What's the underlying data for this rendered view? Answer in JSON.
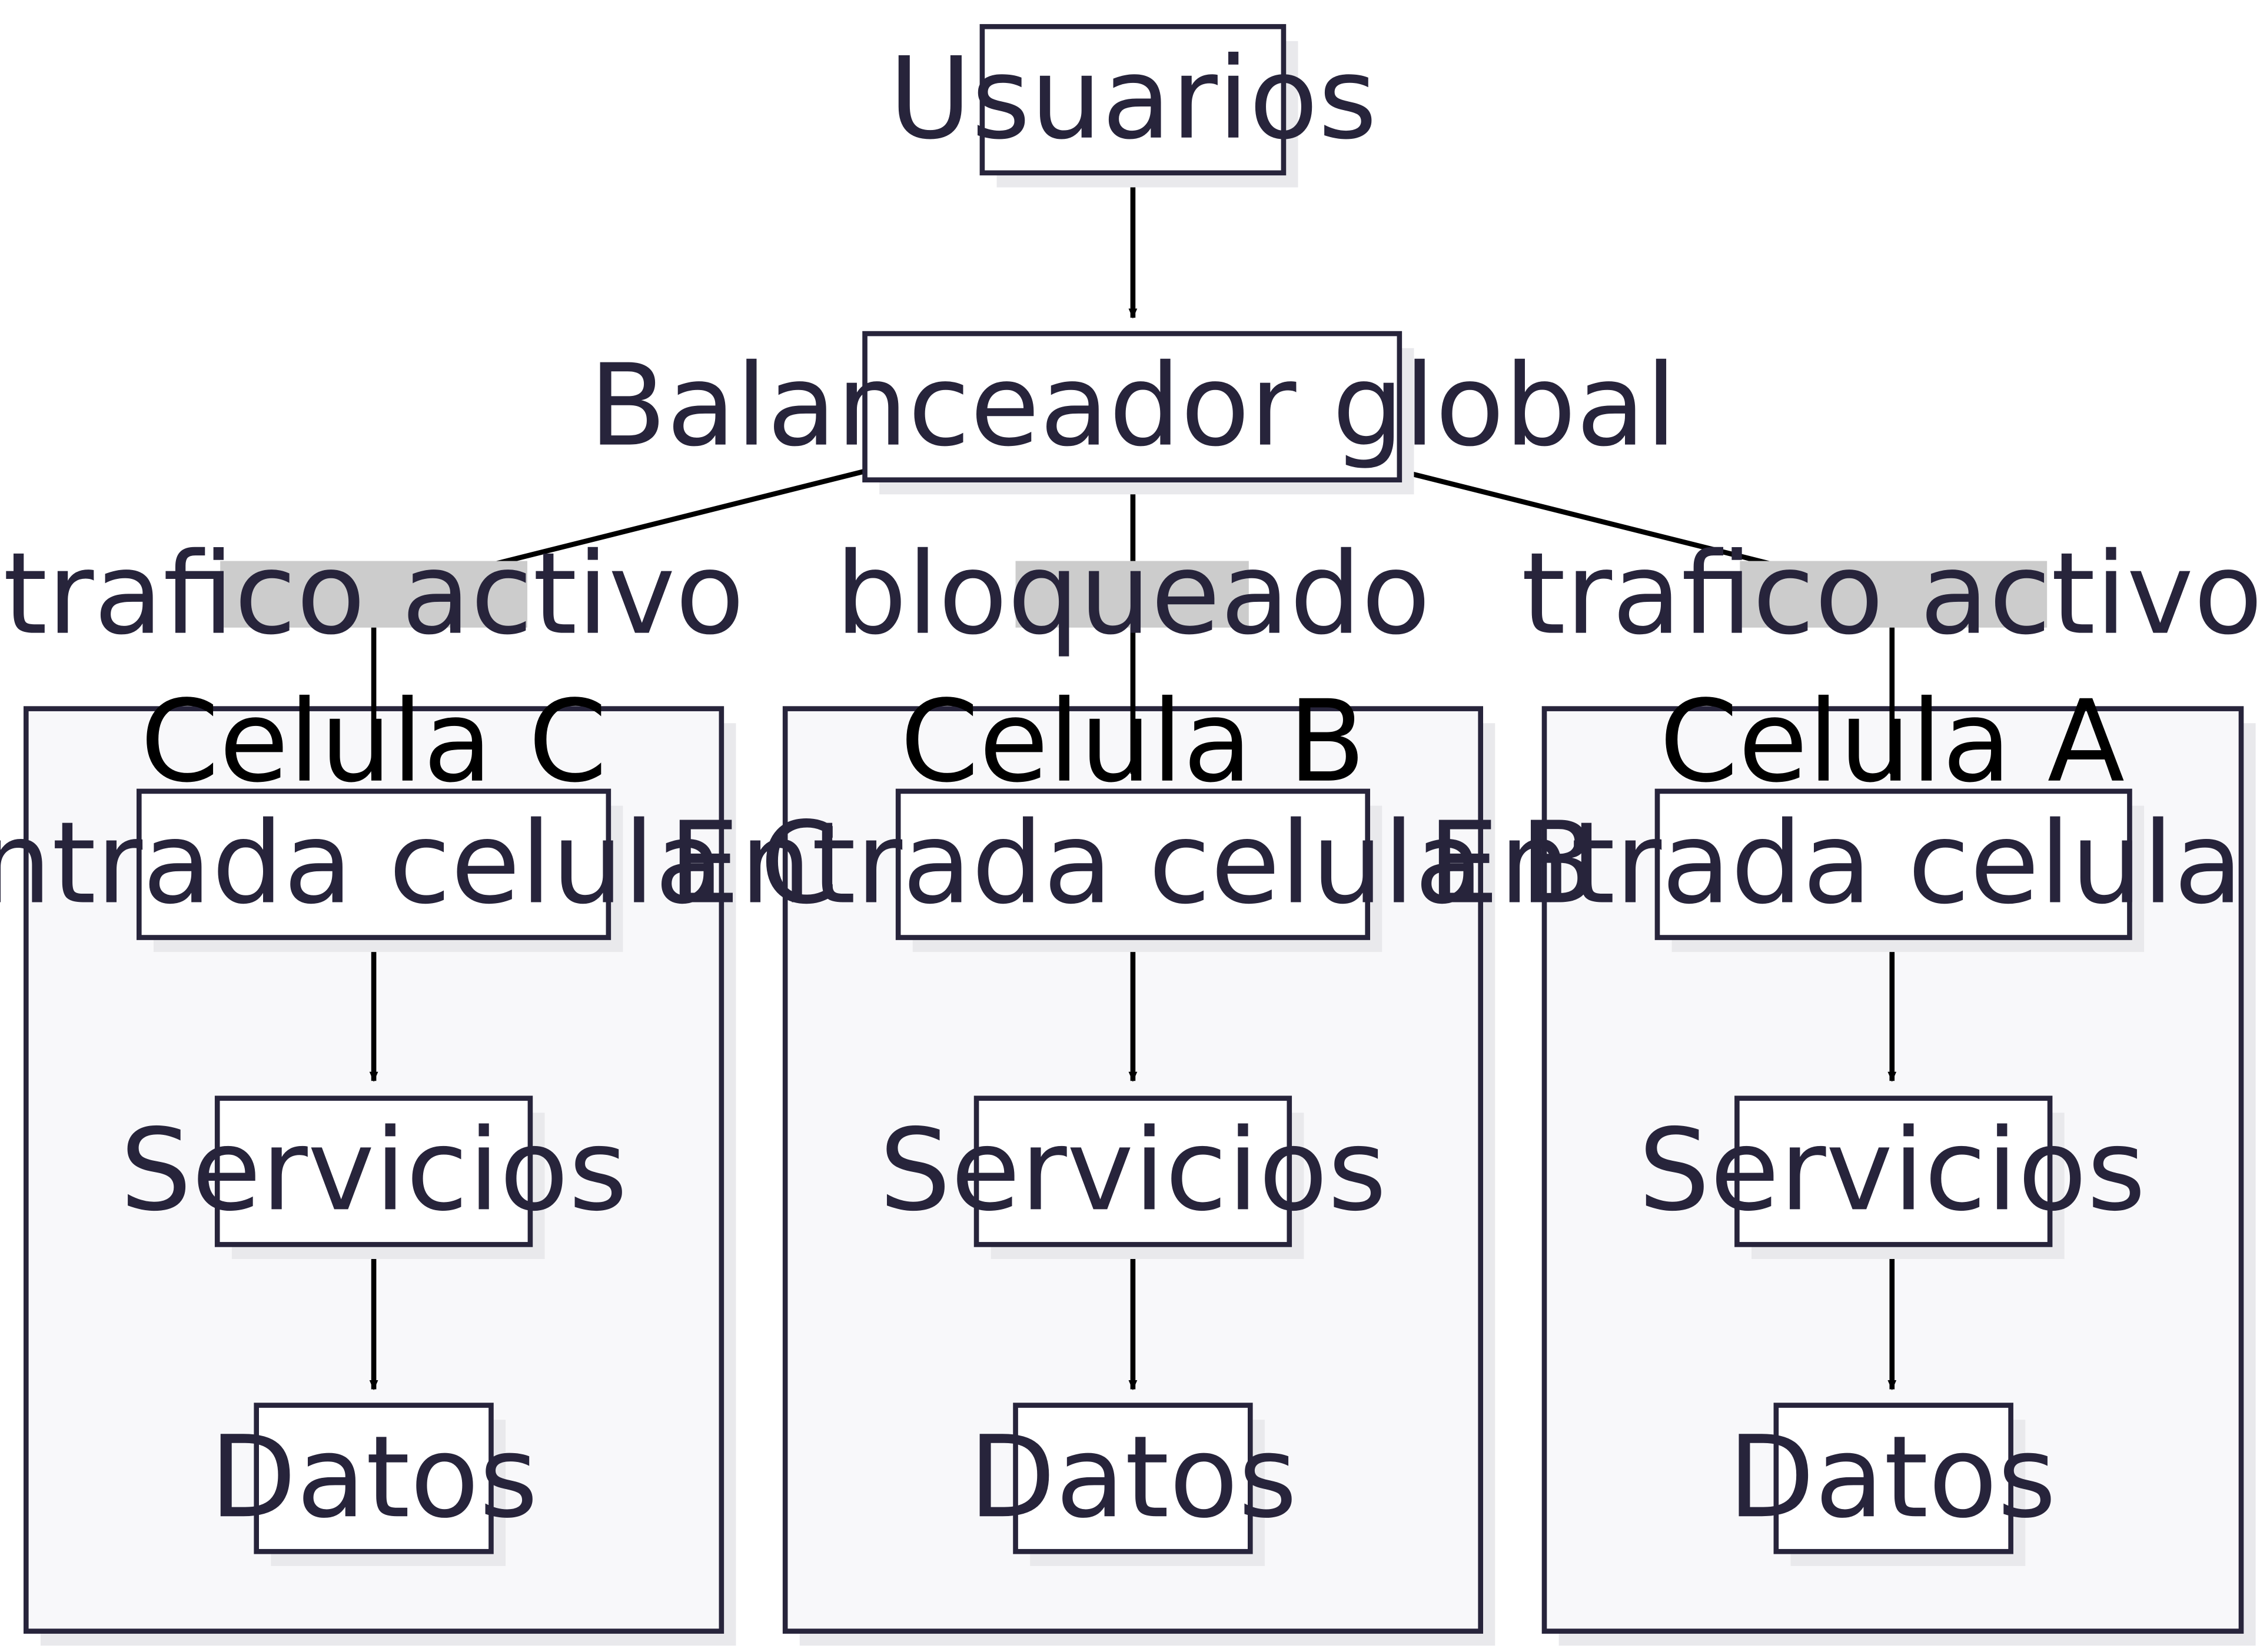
{
  "diagram": {
    "colors": {
      "node_border": "#27243b",
      "node_fill": "#ffffff",
      "cluster_fill": "#f8f8fa",
      "shadow": "#e9e9ec",
      "edge": "#000000",
      "edge_label_bg": "#cccccc",
      "text": "#27243b"
    },
    "nodes": {
      "usuarios": "Usuarios",
      "balanceador": "Balanceador global"
    },
    "edge_labels": {
      "to_c": "trafico activo",
      "to_b": "bloqueado",
      "to_a": "trafico activo"
    },
    "cells": {
      "c": {
        "title": "Celula C",
        "entrada": "Entrada celula C",
        "servicios": "Servicios",
        "datos": "Datos"
      },
      "b": {
        "title": "Celula B",
        "entrada": "Entrada celula B",
        "servicios": "Servicios",
        "datos": "Datos"
      },
      "a": {
        "title": "Celula A",
        "entrada": "Entrada celula A",
        "servicios": "Servicios",
        "datos": "Datos"
      }
    }
  }
}
